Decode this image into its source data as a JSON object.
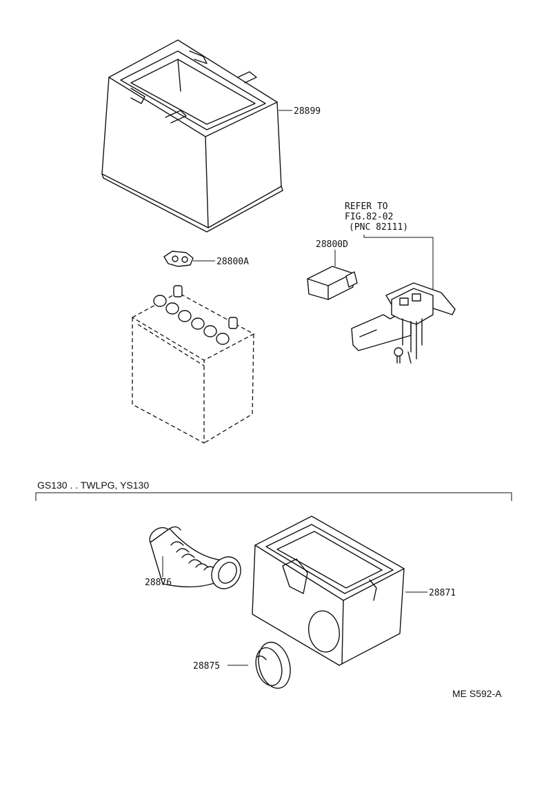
{
  "parts": {
    "battery_box": "28899",
    "hold_down_clamp": "28800A",
    "relay": "28800D",
    "insulator_box": "28871",
    "hose": "28876",
    "grommet": "28875"
  },
  "reference": {
    "line1": "REFER TO",
    "line2": "FIG.82-02",
    "line3": "(PNC 82111)"
  },
  "variant_label": "GS130 . . TWLPG, YS130",
  "diagram_code": "ME S592-A"
}
